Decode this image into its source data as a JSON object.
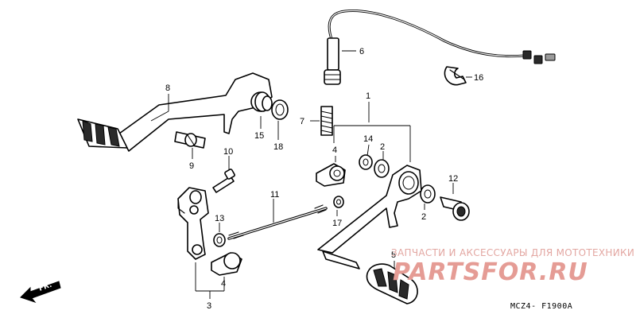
{
  "callouts": {
    "c1": "1",
    "c2a": "2",
    "c2b": "2",
    "c3": "3",
    "c4a": "4",
    "c4b": "4",
    "c5": "5",
    "c6": "6",
    "c7": "7",
    "c8": "8",
    "c9": "9",
    "c10": "10",
    "c11": "11",
    "c12": "12",
    "c13": "13",
    "c14": "14",
    "c15": "15",
    "c16": "16",
    "c17": "17",
    "c18": "18"
  },
  "watermark": {
    "caption": "ЗАПЧАСТИ И АКСЕССУАРЫ ДЛЯ МОТОТЕХНИКИ",
    "brand": "PARTSFOR.RU",
    "color": "#e59c95"
  },
  "direction_arrow": {
    "label": "FR.",
    "icon": "forward-arrow-icon"
  },
  "diagram_code": "MCZ4- F1900A"
}
